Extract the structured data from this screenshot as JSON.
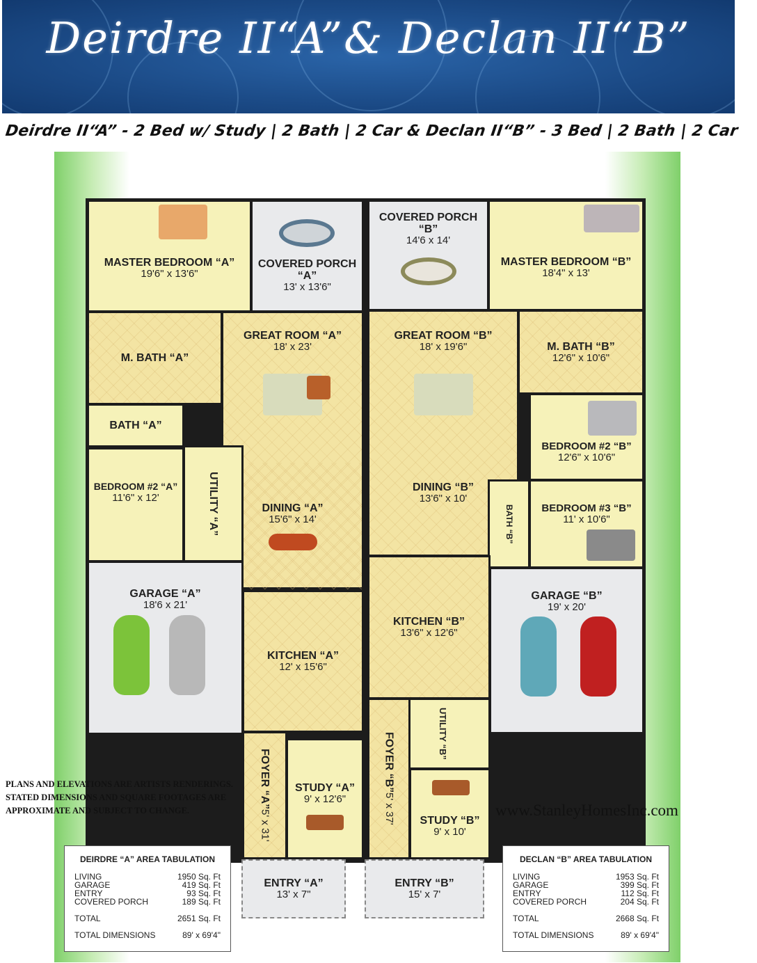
{
  "banner": {
    "title": "Deirdre II“A”& Declan II“B”",
    "color": "#1b4a86"
  },
  "subtitle": "Deirdre II“A”  - 2 Bed w/ Study | 2 Bath | 2 Car & Declan II“B”  - 3 Bed | 2 Bath | 2 Car",
  "unit_a": {
    "rooms": [
      {
        "name": "MASTER BEDROOM “A”",
        "dims": "19'6\" x 13'6\""
      },
      {
        "name": "COVERED PORCH “A”",
        "dims": "13' x 13'6\""
      },
      {
        "name": "GREAT ROOM “A”",
        "dims": "18' x 23'"
      },
      {
        "name": "M. BATH “A”",
        "dims": ""
      },
      {
        "name": "BATH “A”",
        "dims": ""
      },
      {
        "name": "BEDROOM #2 “A”",
        "dims": "11'6\" x 12'"
      },
      {
        "name": "UTILITY “A”",
        "dims": ""
      },
      {
        "name": "DINING “A”",
        "dims": "15'6\" x 14'"
      },
      {
        "name": "GARAGE “A”",
        "dims": "18'6 x 21'"
      },
      {
        "name": "KITCHEN “A”",
        "dims": "12' x 15'6\""
      },
      {
        "name": "FOYER “A”",
        "dims": "5' x 31'"
      },
      {
        "name": "STUDY “A”",
        "dims": "9' x 12'6\""
      },
      {
        "name": "ENTRY “A”",
        "dims": "13' x 7\""
      }
    ],
    "tabulation": {
      "title": "DEIRDRE “A” AREA TABULATION",
      "rows": [
        {
          "label": "LIVING",
          "value": "1950 Sq. Ft"
        },
        {
          "label": "GARAGE",
          "value": "419 Sq. Ft"
        },
        {
          "label": "ENTRY",
          "value": "93 Sq. Ft"
        },
        {
          "label": "COVERED PORCH",
          "value": "189 Sq. Ft"
        }
      ],
      "total_label": "TOTAL",
      "total_value": "2651 Sq. Ft",
      "dims_label": "TOTAL DIMENSIONS",
      "dims_value": "89' x 69'4\""
    }
  },
  "unit_b": {
    "rooms": [
      {
        "name": "COVERED PORCH “B”",
        "dims": "14'6 x 14'"
      },
      {
        "name": "MASTER BEDROOM “B”",
        "dims": "18'4\" x 13'"
      },
      {
        "name": "GREAT ROOM “B”",
        "dims": "18' x 19'6\""
      },
      {
        "name": "M. BATH “B”",
        "dims": "12'6\" x 10'6\""
      },
      {
        "name": "BEDROOM #2 “B”",
        "dims": "12'6\" x 10'6\""
      },
      {
        "name": "BATH “B”",
        "dims": ""
      },
      {
        "name": "BEDROOM #3 “B”",
        "dims": "11' x 10'6\""
      },
      {
        "name": "DINING “B”",
        "dims": "13'6\" x 10'"
      },
      {
        "name": "GARAGE “B”",
        "dims": "19' x 20'"
      },
      {
        "name": "KITCHEN “B”",
        "dims": "13'6\" x 12'6\""
      },
      {
        "name": "UTILITY “B”",
        "dims": ""
      },
      {
        "name": "FOYER “B”",
        "dims": "5' x 37'"
      },
      {
        "name": "STUDY “B”",
        "dims": "9' x 10'"
      },
      {
        "name": "ENTRY “B”",
        "dims": "15' x 7'"
      }
    ],
    "tabulation": {
      "title": "DECLAN “B” AREA TABULATION",
      "rows": [
        {
          "label": "LIVING",
          "value": "1953 Sq. Ft"
        },
        {
          "label": "GARAGE",
          "value": "399 Sq. Ft"
        },
        {
          "label": "ENTRY",
          "value": "112 Sq. Ft"
        },
        {
          "label": "COVERED PORCH",
          "value": "204 Sq. Ft"
        }
      ],
      "total_label": "TOTAL",
      "total_value": "2668 Sq. Ft",
      "dims_label": "TOTAL DIMENSIONS",
      "dims_value": "89' x 69'4\""
    }
  },
  "disclaimer": "PLANS AND ELEVATIONS ARE ARTISTS RENDERINGS. STATED DIMENSIONS AND SQUARE FOOTAGES  ARE APPROXIMATE AND SUBJECT TO CHANGE.",
  "website": "www.StanleyHomesInc.com"
}
